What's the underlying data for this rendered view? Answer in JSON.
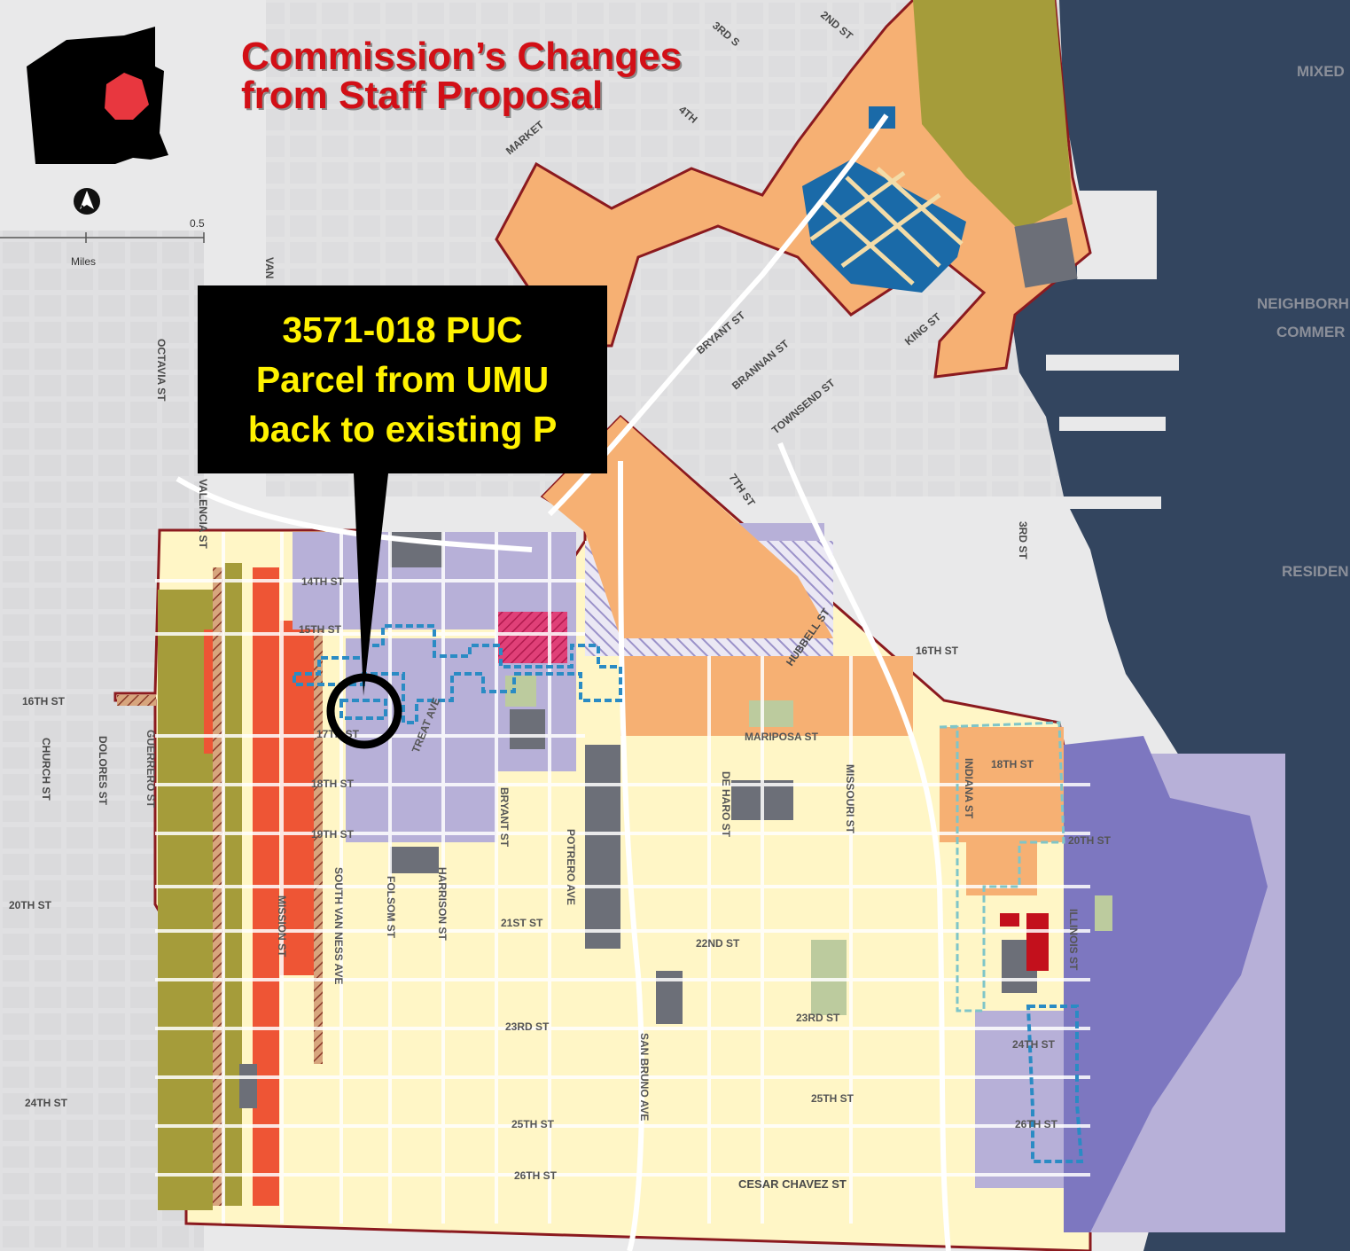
{
  "title": {
    "line1": "Commission’s Changes",
    "line2": "from Staff Proposal"
  },
  "callout": {
    "line1": "3571-018 PUC",
    "line2": "Parcel from UMU",
    "line3": "back to existing P"
  },
  "scale": {
    "value": "0.5",
    "unit": "Miles",
    "north": "N"
  },
  "district_labels": [
    "MIXED",
    "NEIGHBORH",
    "COMMER",
    "RESIDEN"
  ],
  "streets": {
    "3rd_diag": "3RD S",
    "2nd": "2ND ST",
    "4th": "4TH",
    "market": "MARKET",
    "van_ness": "VAN",
    "octavia": "OCTAVIA ST",
    "valencia": "VALENCIA ST",
    "bryant_n": "BRYANT ST",
    "brannan": "BRANNAN ST",
    "townsend": "TOWNSEND ST",
    "king": "KING ST",
    "7th": "7TH ST",
    "3rd": "3RD ST",
    "hubbell": "HUBBELL ST",
    "14th": "14TH ST",
    "15th": "15TH ST",
    "16th_w": "16TH ST",
    "16th_e": "16TH ST",
    "17th": "17TH ST",
    "18th": "18TH ST",
    "19th": "19TH ST",
    "20th_w": "20TH ST",
    "20th_e": "20TH ST",
    "21st": "21ST ST",
    "22nd": "22ND ST",
    "23rd_w": "23RD ST",
    "23rd_e": "23RD ST",
    "24th_w": "24TH ST",
    "24th_e": "24TH ST",
    "25th_w": "25TH ST",
    "25th_e": "25TH ST",
    "26th_w": "26TH ST",
    "26th_e": "26TH ST",
    "church": "CHURCH ST",
    "dolores": "DOLORES ST",
    "guerrero": "GUERRERO ST",
    "mission": "MISSION ST",
    "south_van_ness": "SOUTH VAN NESS AVE",
    "folsom": "FOLSOM ST",
    "harrison": "HARRISON ST",
    "bryant_s": "BRYANT ST",
    "treat": "TREAT AVE",
    "potrero": "POTRERO AVE",
    "san_bruno": "SAN BRUNO AVE",
    "mariposa": "MARIPOSA ST",
    "de_haro": "DE HARO ST",
    "missouri": "MISSOURI ST",
    "indiana": "INDIANA ST",
    "illinois": "ILLINOIS ST",
    "18th_e": "18TH ST",
    "cesar_chavez": "CESAR CHAVEZ ST"
  },
  "colors": {
    "water": "#33455f",
    "land": "#e9e9ea",
    "boundary": "#8b1a1f",
    "title_red": "#d20f16",
    "callout_text": "#fff200",
    "umu": "#b7b0d8",
    "mixed_res": "#f6b073",
    "res": "#fff6c6",
    "ncd": "#a59c3a",
    "pdr": "#6c6f78",
    "blue": "#1a6aa8",
    "dashed": "#2a8bc4"
  }
}
